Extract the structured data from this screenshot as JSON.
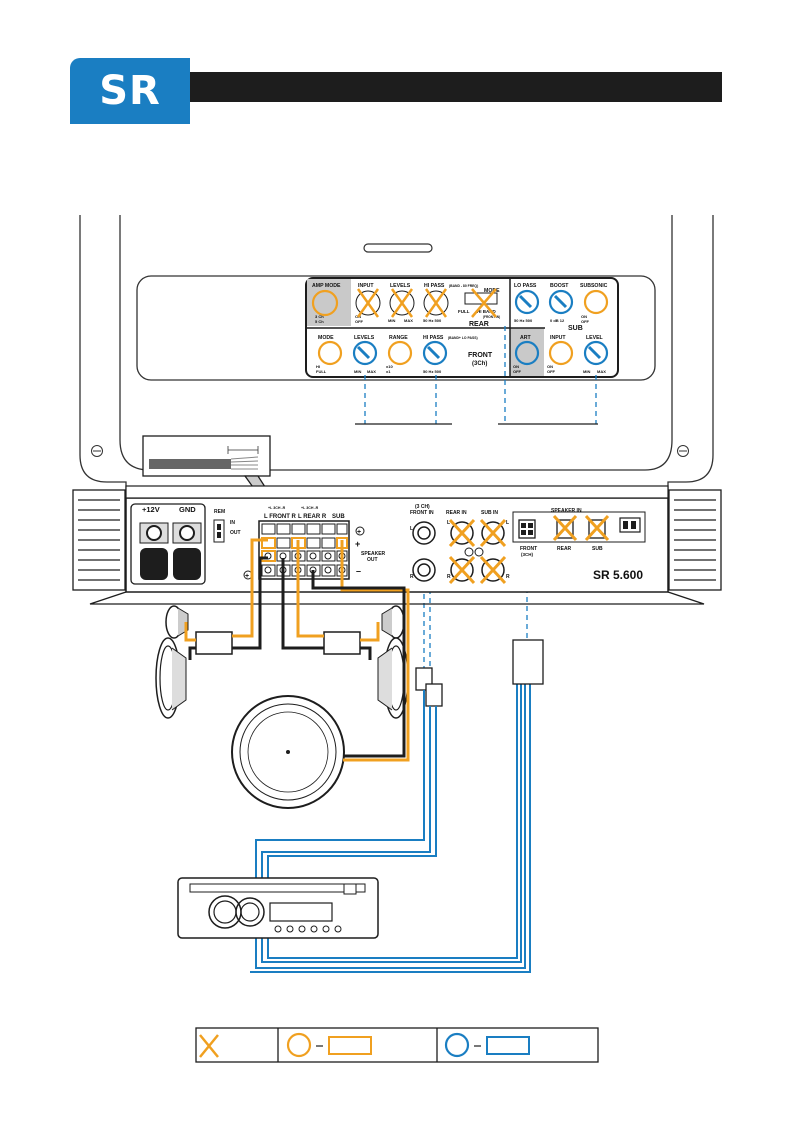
{
  "header": {
    "logo_text": "SR"
  },
  "panel": {
    "amp_mode": {
      "title": "AMP MODE",
      "opt1": "3 Ch",
      "opt2": "5 Ch"
    },
    "input": {
      "title": "INPUT",
      "opt1": "ON",
      "opt2": "OFF"
    },
    "levels_rear": {
      "title": "LEVELS",
      "min": "MIN",
      "max": "MAX"
    },
    "hipass_rear": {
      "title": "HI PASS",
      "note": "(BAND - 80 FREQ)",
      "scale": "50  Hz  500"
    },
    "mode_rear": {
      "title": "MODE",
      "opt1": "FULL",
      "opt2": "HI BAND",
      "note": "(FRONT IN)"
    },
    "rear_label": "REAR",
    "lopass": {
      "title": "LO PASS",
      "scale": "50  Hz  500"
    },
    "boost": {
      "title": "BOOST",
      "scale": "0  dB 12"
    },
    "subsonic": {
      "title": "SUBSONIC",
      "opt1": "ON",
      "opt2": "OFF"
    },
    "sub_label": "SUB",
    "mode_front": {
      "title": "MODE",
      "opt1": "HI",
      "opt2": "FULL"
    },
    "levels_front": {
      "title": "LEVELS",
      "min": "MIN",
      "max": "MAX"
    },
    "range_front": {
      "title": "RANGE",
      "opt1": "x10",
      "opt2": "x1"
    },
    "hipass_front": {
      "title": "HI PASS",
      "note": "(BAND+ LO PASS)",
      "scale": "50  Hz  500"
    },
    "front_label": "FRONT",
    "front_sub_label": "(3Ch)",
    "art": {
      "title": "ART",
      "opt1": "ON",
      "opt2": "OFF"
    },
    "sub_input": {
      "title": "INPUT",
      "opt1": "ON",
      "opt2": "OFF"
    },
    "sub_level": {
      "title": "LEVEL",
      "min": "MIN",
      "max": "MAX"
    }
  },
  "amp": {
    "power_12v": "+12V",
    "power_gnd": "GND",
    "rem": "REM",
    "rem_in": "IN",
    "rem_out": "OUT",
    "front_tag": "L FRONT R",
    "rear_tag": "L REAR R",
    "sub_tag": "SUB",
    "bridge_front": "+L 3CH -R",
    "bridge_rear": "+L 3CH -R",
    "speaker_out": "SPEAKER",
    "speaker_out2": "OUT",
    "front_in_top": "(3 CH)",
    "front_in": "FRONT IN",
    "rear_in": "REAR IN",
    "sub_in": "SUB IN",
    "l": "L",
    "r": "R",
    "speaker_in": "SPEAKER IN",
    "speaker_in_front": "FRONT",
    "speaker_in_front_sub": "(3CH)",
    "speaker_in_rear": "REAR",
    "speaker_in_sub": "SUB",
    "model": "SR 5.600"
  },
  "legend": {
    "x_mark": "X"
  },
  "colors": {
    "orange": "#f0a020",
    "blue": "#1a7ec2",
    "dark": "#1d1d1d"
  }
}
